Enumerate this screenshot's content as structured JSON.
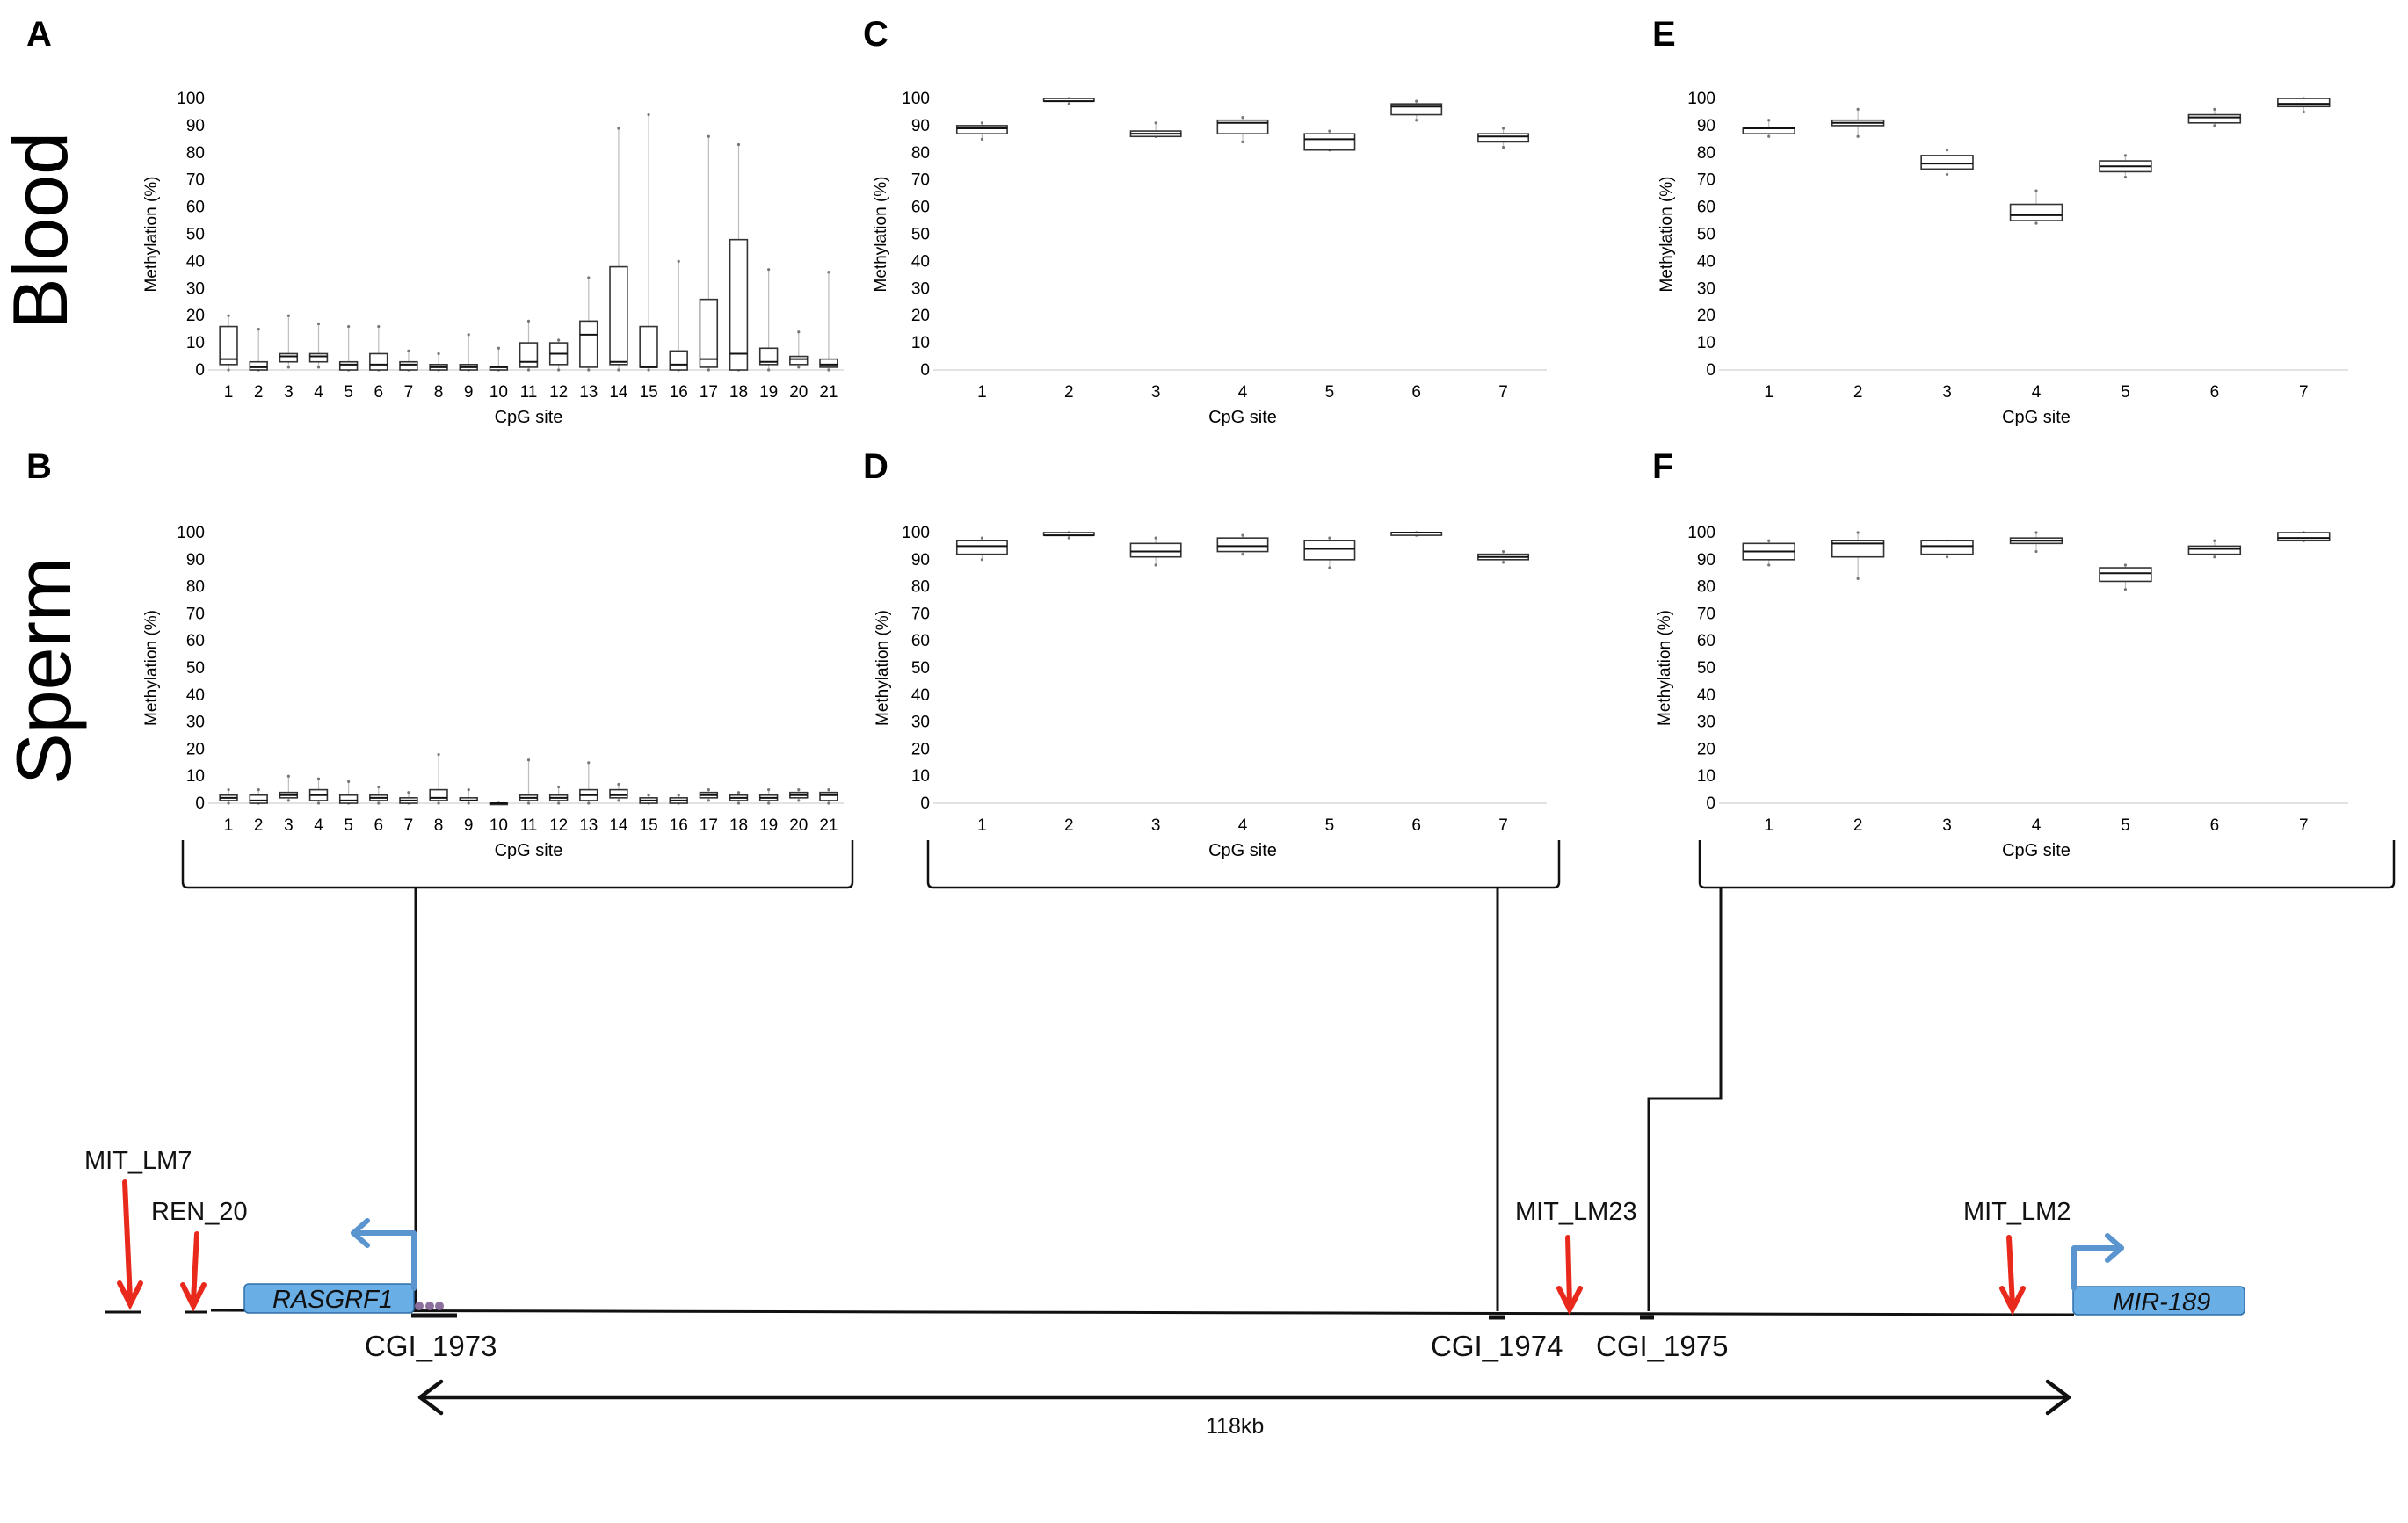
{
  "row_labels": {
    "blood": "Blood",
    "sperm": "Sperm"
  },
  "chart_data": [
    {
      "panel": "A",
      "type": "boxplot",
      "xlabel": "CpG site",
      "ylabel": "Methylation (%)",
      "ylim": [
        0,
        100
      ],
      "categories": [
        "1",
        "2",
        "3",
        "4",
        "5",
        "6",
        "7",
        "8",
        "9",
        "10",
        "11",
        "12",
        "13",
        "14",
        "15",
        "16",
        "17",
        "18",
        "19",
        "20",
        "21"
      ],
      "boxes": [
        {
          "min": 0,
          "q1": 2,
          "median": 4,
          "q3": 16,
          "max": 20
        },
        {
          "min": 0,
          "q1": 0,
          "median": 1,
          "q3": 3,
          "max": 15
        },
        {
          "min": 1,
          "q1": 3,
          "median": 5,
          "q3": 6,
          "max": 20
        },
        {
          "min": 1,
          "q1": 3,
          "median": 5,
          "q3": 6,
          "max": 17
        },
        {
          "min": 0,
          "q1": 0,
          "median": 2,
          "q3": 3,
          "max": 16
        },
        {
          "min": 0,
          "q1": 0,
          "median": 2,
          "q3": 6,
          "max": 16
        },
        {
          "min": 0,
          "q1": 0,
          "median": 2,
          "q3": 3,
          "max": 7
        },
        {
          "min": 0,
          "q1": 0,
          "median": 1,
          "q3": 2,
          "max": 6
        },
        {
          "min": 0,
          "q1": 0,
          "median": 1,
          "q3": 2,
          "max": 13
        },
        {
          "min": 0,
          "q1": 0,
          "median": 1,
          "q3": 1,
          "max": 8
        },
        {
          "min": 0,
          "q1": 1,
          "median": 3,
          "q3": 10,
          "max": 18
        },
        {
          "min": 0,
          "q1": 2,
          "median": 6,
          "q3": 10,
          "max": 11
        },
        {
          "min": 0,
          "q1": 1,
          "median": 13,
          "q3": 18,
          "max": 34
        },
        {
          "min": 0,
          "q1": 2,
          "median": 3,
          "q3": 38,
          "max": 89
        },
        {
          "min": 0,
          "q1": 1,
          "median": 1,
          "q3": 16,
          "max": 94
        },
        {
          "min": 0,
          "q1": 0,
          "median": 2,
          "q3": 7,
          "max": 40
        },
        {
          "min": 0,
          "q1": 1,
          "median": 4,
          "q3": 26,
          "max": 86
        },
        {
          "min": 0,
          "q1": 0,
          "median": 6,
          "q3": 48,
          "max": 83
        },
        {
          "min": 0,
          "q1": 2,
          "median": 3,
          "q3": 8,
          "max": 37
        },
        {
          "min": 1,
          "q1": 2,
          "median": 4,
          "q3": 5,
          "max": 14
        },
        {
          "min": 0,
          "q1": 1,
          "median": 2,
          "q3": 4,
          "max": 36
        }
      ]
    },
    {
      "panel": "B",
      "type": "boxplot",
      "xlabel": "CpG site",
      "ylabel": "Methylation (%)",
      "ylim": [
        0,
        100
      ],
      "categories": [
        "1",
        "2",
        "3",
        "4",
        "5",
        "6",
        "7",
        "8",
        "9",
        "10",
        "11",
        "12",
        "13",
        "14",
        "15",
        "16",
        "17",
        "18",
        "19",
        "20",
        "21"
      ],
      "boxes": [
        {
          "min": 0,
          "q1": 1,
          "median": 2,
          "q3": 3,
          "max": 5
        },
        {
          "min": 0,
          "q1": 0,
          "median": 1,
          "q3": 3,
          "max": 5
        },
        {
          "min": 1,
          "q1": 2,
          "median": 3,
          "q3": 4,
          "max": 10
        },
        {
          "min": 0,
          "q1": 1,
          "median": 3,
          "q3": 5,
          "max": 9
        },
        {
          "min": 0,
          "q1": 0,
          "median": 1,
          "q3": 3,
          "max": 8
        },
        {
          "min": 0,
          "q1": 1,
          "median": 2,
          "q3": 3,
          "max": 6
        },
        {
          "min": 0,
          "q1": 0,
          "median": 1,
          "q3": 2,
          "max": 4
        },
        {
          "min": 0,
          "q1": 1,
          "median": 2,
          "q3": 5,
          "max": 18
        },
        {
          "min": 0,
          "q1": 1,
          "median": 1,
          "q3": 2,
          "max": 5
        },
        {
          "min": 0,
          "q1": 0,
          "median": 0,
          "q3": 0,
          "max": 0
        },
        {
          "min": 0,
          "q1": 1,
          "median": 2,
          "q3": 3,
          "max": 16
        },
        {
          "min": 0,
          "q1": 1,
          "median": 2,
          "q3": 3,
          "max": 6
        },
        {
          "min": 0,
          "q1": 1,
          "median": 3,
          "q3": 5,
          "max": 15
        },
        {
          "min": 1,
          "q1": 2,
          "median": 3,
          "q3": 5,
          "max": 7
        },
        {
          "min": 0,
          "q1": 0,
          "median": 1,
          "q3": 2,
          "max": 3
        },
        {
          "min": 0,
          "q1": 0,
          "median": 1,
          "q3": 2,
          "max": 3
        },
        {
          "min": 1,
          "q1": 2,
          "median": 3,
          "q3": 4,
          "max": 5
        },
        {
          "min": 0,
          "q1": 1,
          "median": 2,
          "q3": 3,
          "max": 4
        },
        {
          "min": 0,
          "q1": 1,
          "median": 2,
          "q3": 3,
          "max": 5
        },
        {
          "min": 1,
          "q1": 2,
          "median": 3,
          "q3": 4,
          "max": 5
        },
        {
          "min": 0,
          "q1": 1,
          "median": 3,
          "q3": 4,
          "max": 5
        }
      ]
    },
    {
      "panel": "C",
      "type": "boxplot",
      "xlabel": "CpG site",
      "ylabel": "Methylation (%)",
      "ylim": [
        0,
        100
      ],
      "categories": [
        "1",
        "2",
        "3",
        "4",
        "5",
        "6",
        "7"
      ],
      "boxes": [
        {
          "min": 85,
          "q1": 87,
          "median": 89,
          "q3": 90,
          "max": 91
        },
        {
          "min": 98,
          "q1": 99,
          "median": 99,
          "q3": 100,
          "max": 100
        },
        {
          "min": 86,
          "q1": 86,
          "median": 87,
          "q3": 88,
          "max": 91
        },
        {
          "min": 84,
          "q1": 87,
          "median": 91,
          "q3": 92,
          "max": 93
        },
        {
          "min": 81,
          "q1": 81,
          "median": 85,
          "q3": 87,
          "max": 88
        },
        {
          "min": 92,
          "q1": 94,
          "median": 97,
          "q3": 98,
          "max": 99
        },
        {
          "min": 82,
          "q1": 84,
          "median": 86,
          "q3": 87,
          "max": 89
        }
      ]
    },
    {
      "panel": "D",
      "type": "boxplot",
      "xlabel": "CpG site",
      "ylabel": "Methylation (%)",
      "ylim": [
        0,
        100
      ],
      "categories": [
        "1",
        "2",
        "3",
        "4",
        "5",
        "6",
        "7"
      ],
      "boxes": [
        {
          "min": 90,
          "q1": 92,
          "median": 95,
          "q3": 97,
          "max": 98
        },
        {
          "min": 98,
          "q1": 99,
          "median": 99,
          "q3": 100,
          "max": 100
        },
        {
          "min": 88,
          "q1": 91,
          "median": 93,
          "q3": 96,
          "max": 98
        },
        {
          "min": 92,
          "q1": 93,
          "median": 95,
          "q3": 98,
          "max": 99
        },
        {
          "min": 87,
          "q1": 90,
          "median": 94,
          "q3": 97,
          "max": 98
        },
        {
          "min": 99,
          "q1": 99,
          "median": 100,
          "q3": 100,
          "max": 100
        },
        {
          "min": 89,
          "q1": 90,
          "median": 91,
          "q3": 92,
          "max": 93
        }
      ]
    },
    {
      "panel": "E",
      "type": "boxplot",
      "xlabel": "CpG site",
      "ylabel": "Methylation (%)",
      "ylim": [
        0,
        100
      ],
      "categories": [
        "1",
        "2",
        "3",
        "4",
        "5",
        "6",
        "7"
      ],
      "boxes": [
        {
          "min": 86,
          "q1": 87,
          "median": 89,
          "q3": 89,
          "max": 92
        },
        {
          "min": 86,
          "q1": 90,
          "median": 91,
          "q3": 92,
          "max": 96
        },
        {
          "min": 72,
          "q1": 74,
          "median": 76,
          "q3": 79,
          "max": 81
        },
        {
          "min": 54,
          "q1": 55,
          "median": 57,
          "q3": 61,
          "max": 66
        },
        {
          "min": 71,
          "q1": 73,
          "median": 75,
          "q3": 77,
          "max": 79
        },
        {
          "min": 90,
          "q1": 91,
          "median": 93,
          "q3": 94,
          "max": 96
        },
        {
          "min": 95,
          "q1": 97,
          "median": 98,
          "q3": 100,
          "max": 100
        }
      ]
    },
    {
      "panel": "F",
      "type": "boxplot",
      "xlabel": "CpG site",
      "ylabel": "Methylation (%)",
      "ylim": [
        0,
        100
      ],
      "categories": [
        "1",
        "2",
        "3",
        "4",
        "5",
        "6",
        "7"
      ],
      "boxes": [
        {
          "min": 88,
          "q1": 90,
          "median": 93,
          "q3": 96,
          "max": 97
        },
        {
          "min": 83,
          "q1": 91,
          "median": 96,
          "q3": 97,
          "max": 100
        },
        {
          "min": 91,
          "q1": 92,
          "median": 95,
          "q3": 97,
          "max": 97
        },
        {
          "min": 93,
          "q1": 96,
          "median": 97,
          "q3": 98,
          "max": 100
        },
        {
          "min": 79,
          "q1": 82,
          "median": 85,
          "q3": 87,
          "max": 88
        },
        {
          "min": 91,
          "q1": 92,
          "median": 94,
          "q3": 95,
          "max": 97
        },
        {
          "min": 97,
          "q1": 97,
          "median": 98,
          "q3": 100,
          "max": 100
        }
      ]
    }
  ],
  "genome_map": {
    "markers": [
      "MIT_LM7",
      "REN_20",
      "MIT_LM23",
      "MIT_LM2"
    ],
    "genes": [
      "RASGRF1",
      "MIR-189"
    ],
    "cgis": [
      "CGI_1973",
      "CGI_1974",
      "CGI_1975"
    ],
    "distance_label": "118kb",
    "colors": {
      "marker_arrow": "#e8291c",
      "gene_box": "#6aaee6",
      "tss_arrow": "#5b95cf",
      "cgi_marks": "#8c6f9c"
    }
  }
}
